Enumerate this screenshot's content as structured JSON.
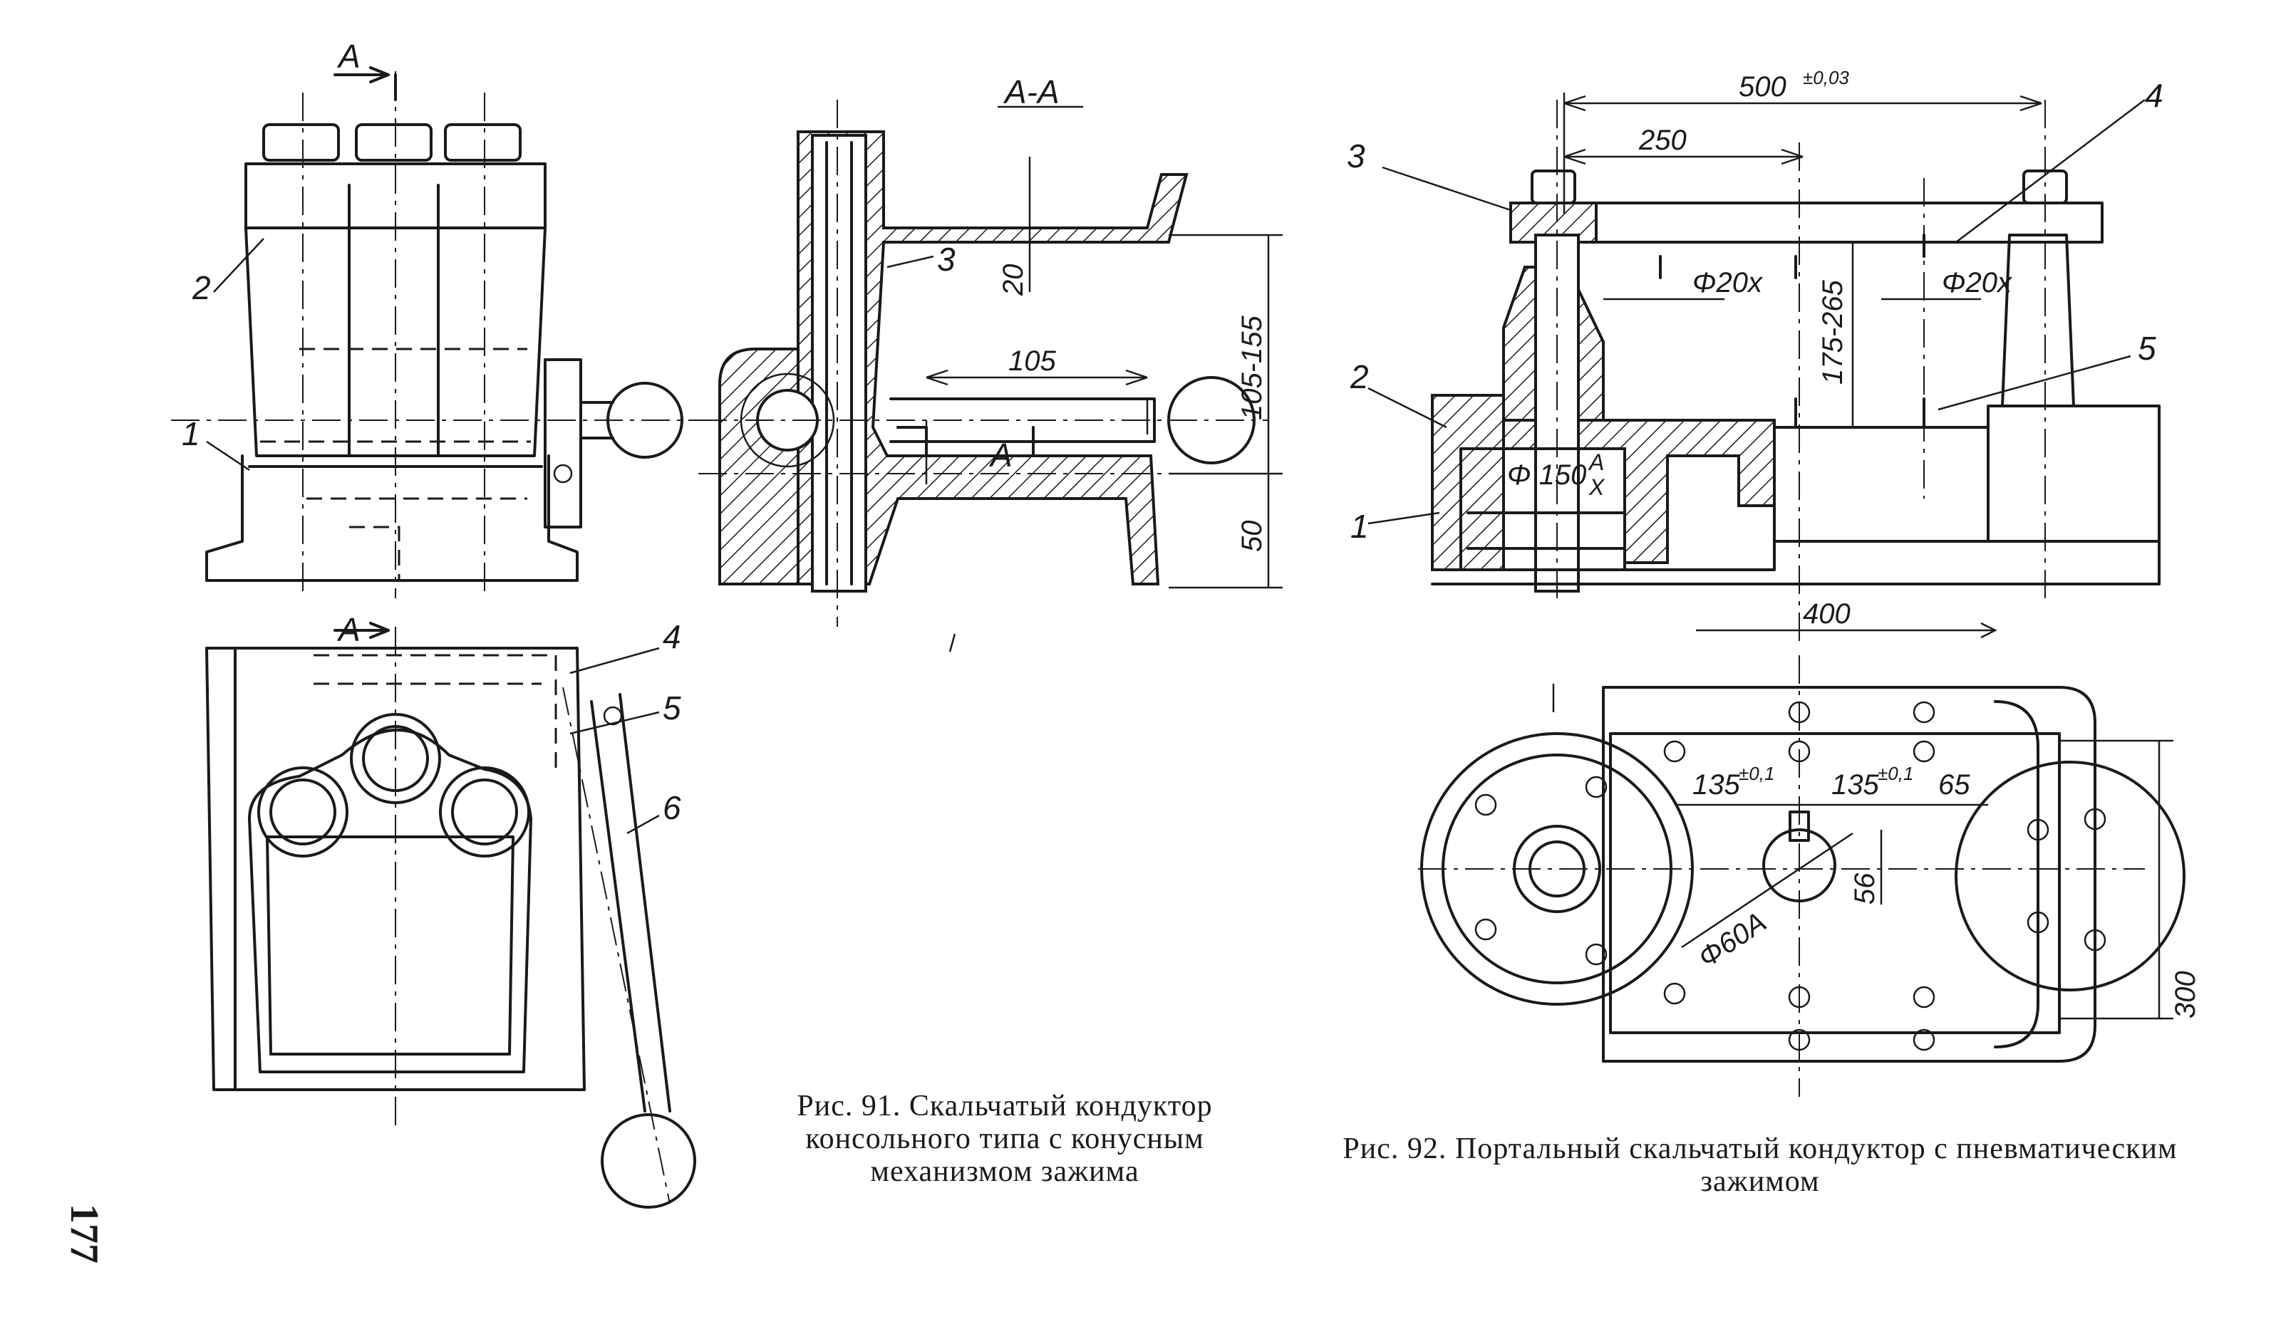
{
  "page_number": "177",
  "fig91": {
    "caption": "Рис. 91. Скальчатый кондуктор консольного типа с конусным механизмом зажима",
    "labels": [
      "1",
      "2",
      "3",
      "4",
      "5",
      "6"
    ],
    "section_mark": "А",
    "section_title": "А-А",
    "dims": {
      "d20": "20",
      "d105": "105",
      "d105_155": "105-155",
      "d50": "50"
    }
  },
  "fig92": {
    "caption": "Рис. 92. Портальный скальчатый кондуктор с пневматическим зажимом",
    "labels": [
      "1",
      "2",
      "3",
      "4",
      "5"
    ],
    "dims": {
      "d500": "500",
      "d500_tol": "±0,03",
      "d250": "250",
      "d20x_a": "Φ20x",
      "d20x_b": "Φ20x",
      "d175_265": "175-265",
      "d150": "Φ 150",
      "ax": "A",
      "ax2": "X",
      "d400": "400",
      "d135a": "135",
      "d135a_tol": "±0,1",
      "d135b": "135",
      "d135b_tol": "±0,1",
      "d65": "65",
      "d56": "56",
      "d60a": "Φ60A",
      "d300": "300"
    }
  }
}
